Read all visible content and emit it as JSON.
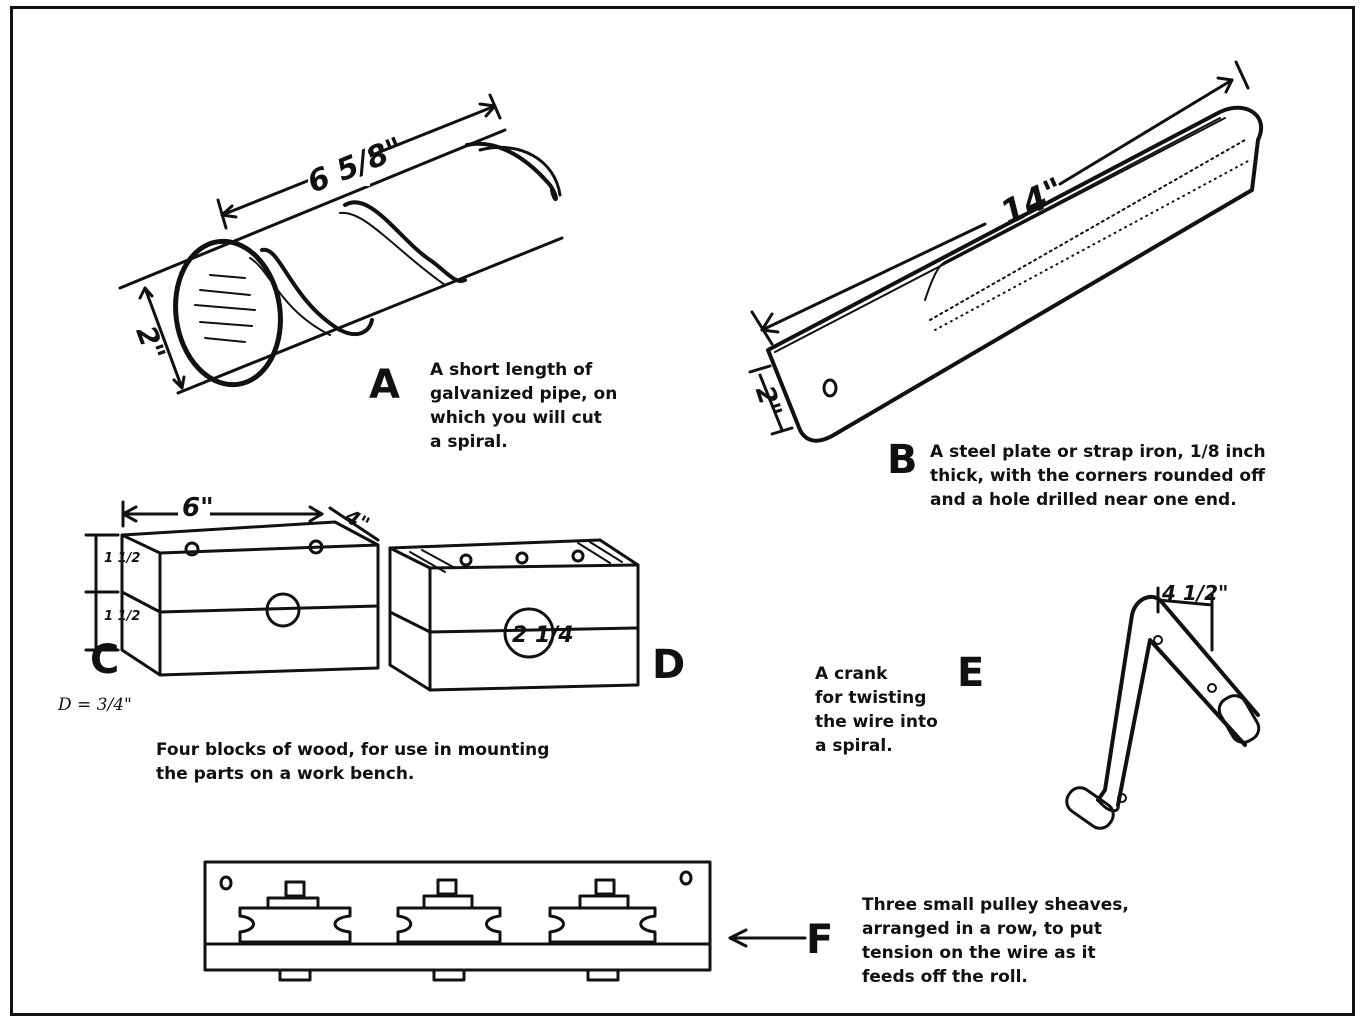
{
  "figure": {
    "A": {
      "letter": "A",
      "caption": [
        "A short length of",
        "galvanized pipe, on",
        "which you will cut",
        "a spiral."
      ],
      "dims": {
        "length": "6 5/8\"",
        "diameter": "2\""
      }
    },
    "B": {
      "letter": "B",
      "caption": [
        "A steel plate or strap iron, 1/8 inch",
        "thick, with the corners rounded off",
        "and a hole drilled near one end."
      ],
      "dims": {
        "length": "14\"",
        "width": "2\""
      }
    },
    "C": {
      "letter": "C",
      "dims": {
        "width": "6\"",
        "depth": "4\"",
        "height_top": "1 1/2",
        "height_bottom": "1 1/2"
      },
      "hole_note": "D = 3/4\""
    },
    "D": {
      "letter": "D",
      "hole_label": "2 1/4"
    },
    "blocks_caption": [
      "Four blocks of wood, for use in mounting",
      "the parts on a work bench."
    ],
    "E": {
      "letter": "E",
      "caption": [
        "A crank",
        "for twisting",
        "the wire into",
        "a spiral."
      ],
      "dims": {
        "offset": "4 1/2\""
      }
    },
    "F": {
      "letter": "F",
      "caption": [
        "Three small pulley sheaves,",
        "arranged in a row, to put",
        "tension on the wire as it",
        "feeds off the roll."
      ]
    }
  }
}
